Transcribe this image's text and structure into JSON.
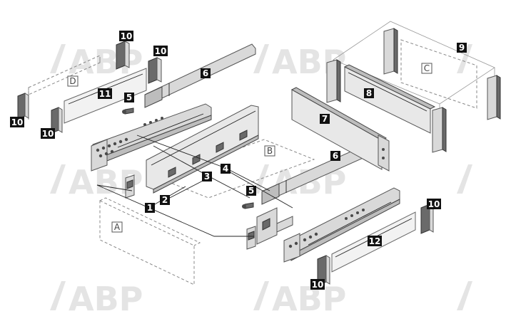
{
  "brand": {
    "watermark": "ABP"
  },
  "callouts": [
    {
      "id": "c1",
      "label": "1"
    },
    {
      "id": "c2",
      "label": "2"
    },
    {
      "id": "c3",
      "label": "3"
    },
    {
      "id": "c4",
      "label": "4"
    },
    {
      "id": "c5a",
      "label": "5"
    },
    {
      "id": "c5b",
      "label": "5"
    },
    {
      "id": "c6a",
      "label": "6"
    },
    {
      "id": "c6b",
      "label": "6"
    },
    {
      "id": "c7",
      "label": "7"
    },
    {
      "id": "c8",
      "label": "8"
    },
    {
      "id": "c9",
      "label": "9"
    },
    {
      "id": "c10a",
      "label": "10"
    },
    {
      "id": "c10b",
      "label": "10"
    },
    {
      "id": "c10c",
      "label": "10"
    },
    {
      "id": "c10d",
      "label": "10"
    },
    {
      "id": "c10e",
      "label": "10"
    },
    {
      "id": "c10f",
      "label": "10"
    },
    {
      "id": "c11",
      "label": "11"
    },
    {
      "id": "c12",
      "label": "12"
    }
  ],
  "zones": [
    {
      "id": "zA",
      "label": "A"
    },
    {
      "id": "zB",
      "label": "B"
    },
    {
      "id": "zC",
      "label": "C"
    },
    {
      "id": "zD",
      "label": "D"
    }
  ]
}
